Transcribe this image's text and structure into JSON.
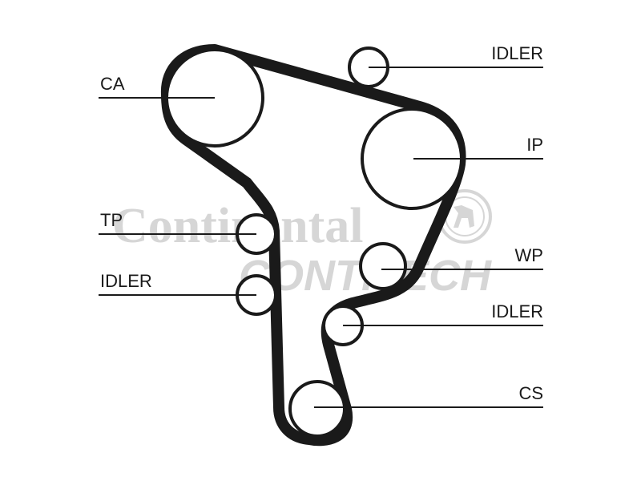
{
  "diagram": {
    "labels": {
      "ca": "CA",
      "idler_top": "IDLER",
      "ip": "IP",
      "tp": "TP",
      "idler_left": "IDLER",
      "wp": "WP",
      "idler_right": "IDLER",
      "cs": "CS"
    },
    "watermark": {
      "line1": "Continental",
      "line2": "CONTITECH"
    },
    "colors": {
      "ink": "#1a1a1a",
      "watermark": "#d6d6d6",
      "background": "#ffffff"
    }
  }
}
